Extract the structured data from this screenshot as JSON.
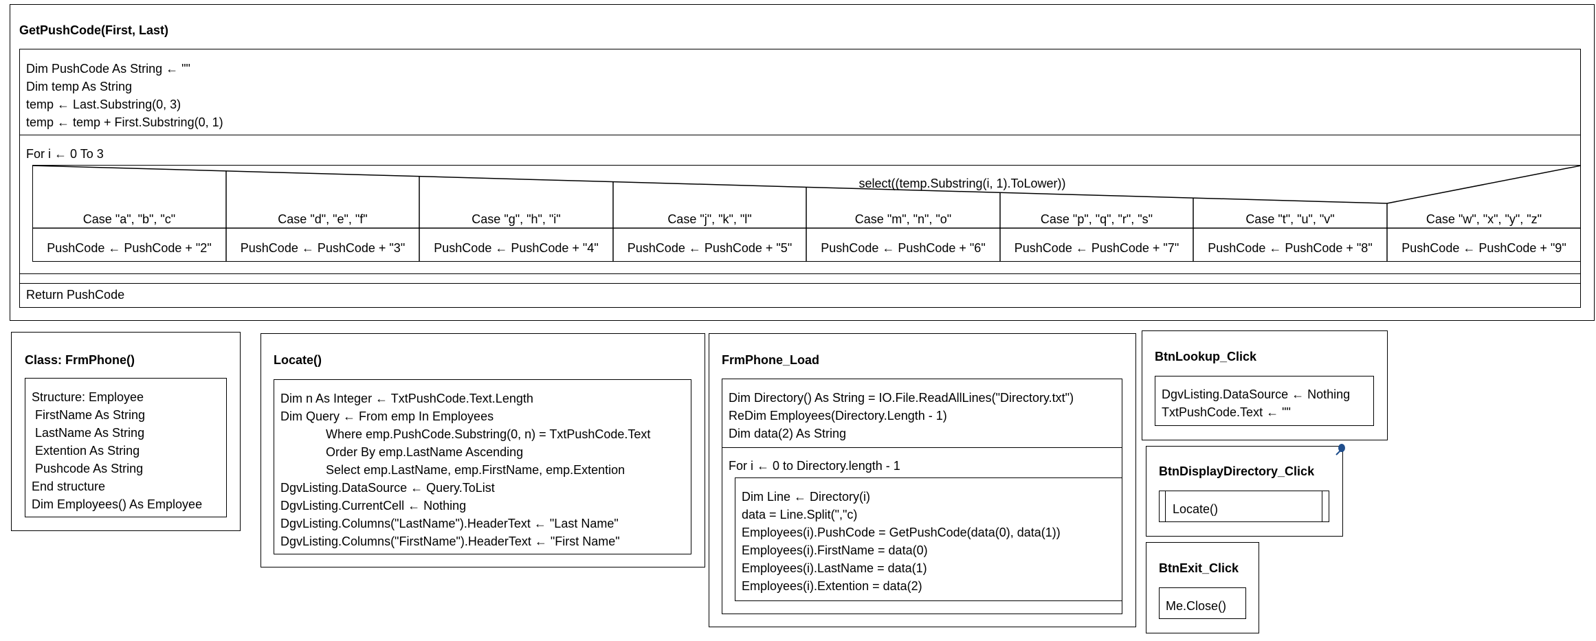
{
  "get_push_code": {
    "title": "GetPushCode(First, Last)",
    "decl_lines": [
      "Dim PushCode As String ← \"\"",
      "Dim temp As String",
      "temp ← Last.Substring(0, 3)",
      "temp ← temp + First.Substring(0, 1)"
    ],
    "for_header": "For i ← 0 To 3",
    "select_label": "select((temp.Substring(i, 1).ToLower))",
    "cases": [
      {
        "label": "Case \"a\", \"b\", \"c\"",
        "action": "PushCode ← PushCode + \"2\""
      },
      {
        "label": "Case \"d\", \"e\", \"f\"",
        "action": "PushCode ← PushCode + \"3\""
      },
      {
        "label": "Case \"g\", \"h\", \"i\"",
        "action": "PushCode ← PushCode + \"4\""
      },
      {
        "label": "Case \"j\", \"k\", \"l\"",
        "action": "PushCode ← PushCode + \"5\""
      },
      {
        "label": "Case \"m\", \"n\", \"o\"",
        "action": "PushCode ← PushCode + \"6\""
      },
      {
        "label": "Case \"p\", \"q\", \"r\", \"s\"",
        "action": "PushCode ← PushCode + \"7\""
      },
      {
        "label": "Case \"t\", \"u\", \"v\"",
        "action": "PushCode ← PushCode + \"8\""
      },
      {
        "label": "Case \"w\", \"x\", \"y\", \"z\"",
        "action": "PushCode ← PushCode + \"9\""
      }
    ],
    "return_line": "Return PushCode"
  },
  "class_frmphone": {
    "title": "Class: FrmPhone()",
    "lines": [
      "Structure: Employee",
      " FirstName As String",
      " LastName As String",
      " Extention As String",
      " Pushcode As String",
      "End structure",
      "Dim Employees() As Employee"
    ]
  },
  "locate": {
    "title": "Locate()",
    "lines": [
      "Dim n As Integer ← TxtPushCode.Text.Length",
      "Dim Query ← From emp In Employees",
      "Where emp.PushCode.Substring(0, n) = TxtPushCode.Text",
      "Order By emp.LastName Ascending",
      "Select emp.LastName, emp.FirstName, emp.Extention",
      "DgvListing.DataSource ← Query.ToList",
      "DgvListing.CurrentCell ← Nothing",
      "DgvListing.Columns(\"LastName\").HeaderText ← \"Last Name\"",
      "DgvListing.Columns(\"FirstName\").HeaderText ← \"First Name\""
    ]
  },
  "frmphone_load": {
    "title": "FrmPhone_Load",
    "decl_lines": [
      "Dim Directory() As String = IO.File.ReadAllLines(\"Directory.txt\")",
      "ReDim Employees(Directory.Length - 1)",
      "Dim data(2) As String"
    ],
    "for_header": "For i ← 0 to Directory.length - 1",
    "loop_lines": [
      "Dim Line ← Directory(i)",
      "data = Line.Split(\",\"c)",
      "Employees(i).PushCode = GetPushCode(data(0), data(1))",
      "Employees(i).FirstName = data(0)",
      "Employees(i).LastName = data(1)",
      "Employees(i).Extention = data(2)"
    ]
  },
  "btn_lookup": {
    "title": "BtnLookup_Click",
    "lines": [
      "DgvListing.DataSource ← Nothing",
      "TxtPushCode.Text ← \"\""
    ]
  },
  "btn_display": {
    "title": "BtnDisplayDirectory_Click",
    "call": "Locate()"
  },
  "btn_exit": {
    "title": "BtnExit_Click",
    "line": "Me.Close()"
  },
  "colors": {
    "line": "#000000",
    "background": "#ffffff",
    "pin": "#1f4e8c"
  }
}
